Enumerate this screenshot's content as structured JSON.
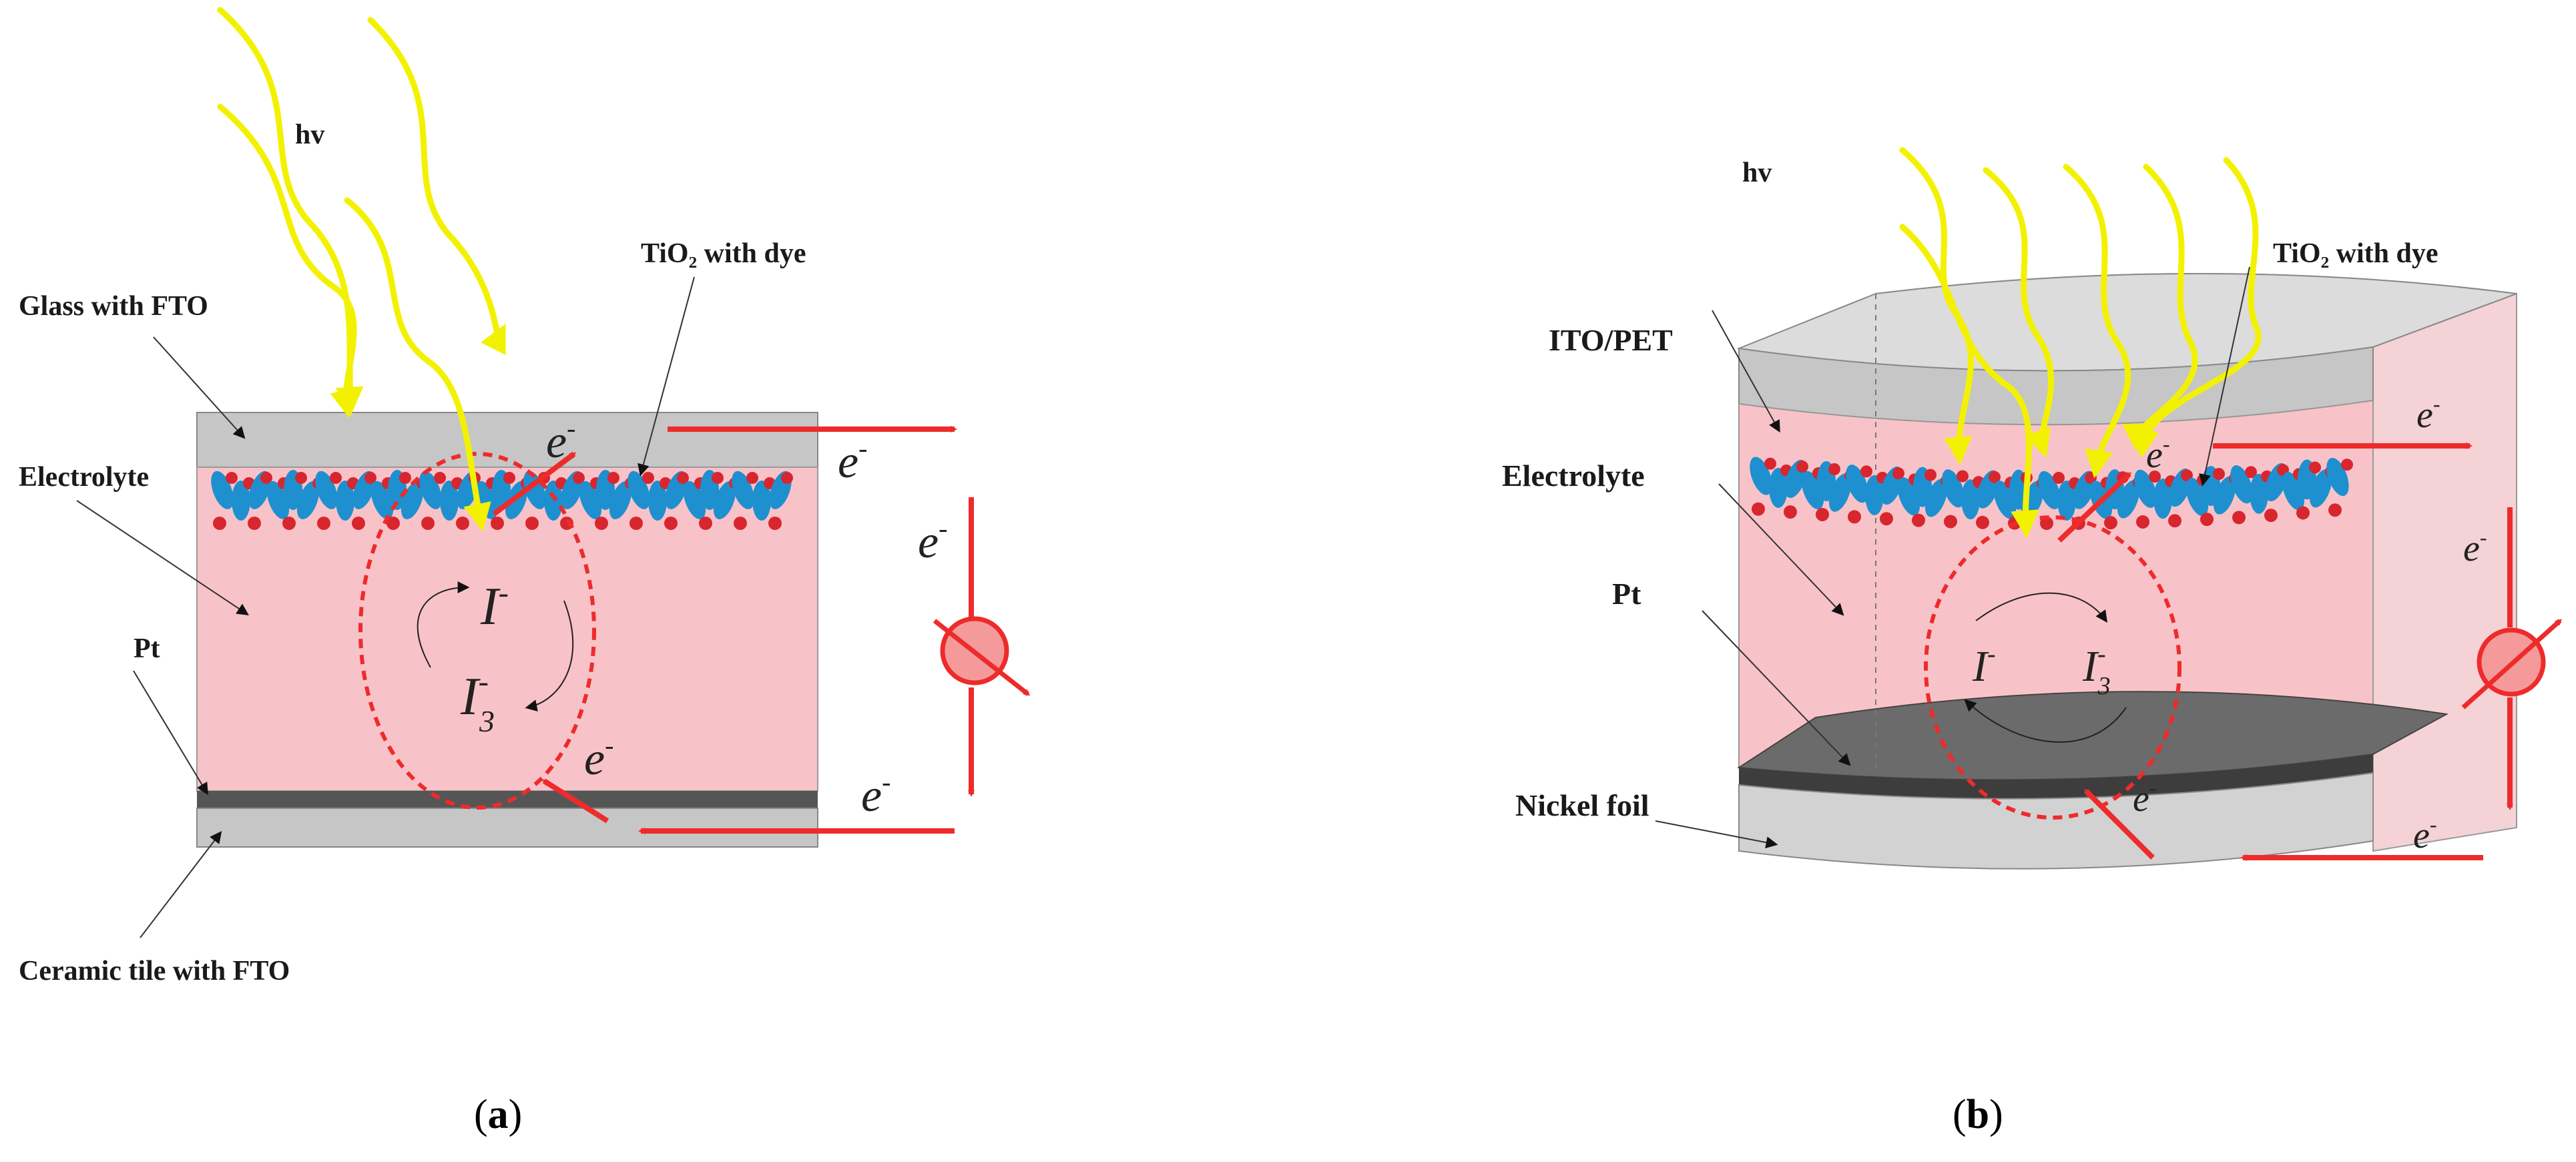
{
  "panel_a": {
    "hv": "hv",
    "label_tio2": "TiO₂ with dye",
    "label_glass": "Glass with FTO",
    "label_electrolyte": "Electrolyte",
    "label_pt": "Pt",
    "label_ceramic": "Ceramic tile with FTO",
    "electron": "e",
    "electron_sup": "-",
    "ion_i": "I",
    "ion_i_sup": "-",
    "ion_i3": "I",
    "ion_i3_sup": "-",
    "ion_i3_sub": "3",
    "caption": "(a)",
    "caption_letter": "a"
  },
  "panel_b": {
    "hv": "hv",
    "label_tio2": "TiO₂ with dye",
    "label_itopet": "ITO/PET",
    "label_electrolyte": "Electrolyte",
    "label_pt": "Pt",
    "label_nickel": "Nickel foil",
    "electron": "e",
    "electron_sup": "-",
    "ion_i": "I",
    "ion_i_sup": "-",
    "ion_i3": "I",
    "ion_i3_sup": "-",
    "ion_i3_sub": "3",
    "caption": "(b)",
    "caption_letter": "b"
  },
  "colors": {
    "light_ray": "#f2f200",
    "electron_arrow": "#ee2b2b",
    "electrolyte": "#f8c3c8",
    "glass": "#c6c6c6",
    "pt_layer": "#555555",
    "dye_blue": "#1e90d0",
    "dye_red": "#d8262e"
  }
}
